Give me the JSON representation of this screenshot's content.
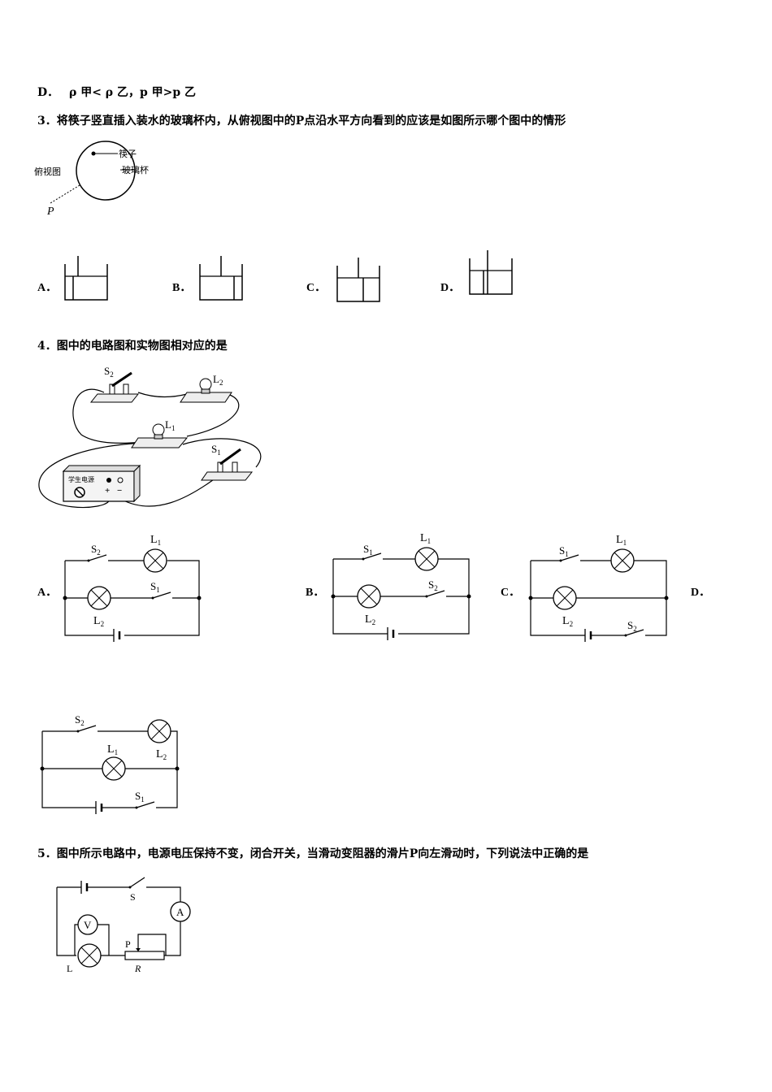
{
  "q2_option_d": {
    "letter": "D．",
    "text": "ρ 甲< ρ 乙，p 甲>p 乙"
  },
  "q3": {
    "stem": "3．将筷子竖直插入装水的玻璃杯内，从俯视图中的P点沿水平方向看到的应该是如图所示哪个图中的情形",
    "figure": {
      "top_view_label": "俯视图",
      "chopstick_label": "筷子",
      "glass_label": "玻璃杯",
      "point_label": "P"
    },
    "options": [
      "A．",
      "B．",
      "C．",
      "D．"
    ]
  },
  "q4": {
    "stem": "4．图中的电路图和实物图相对应的是",
    "physical": {
      "s2": "S",
      "s2_sub": "2",
      "l2": "L",
      "l2_sub": "2",
      "l1": "L",
      "l1_sub": "1",
      "s1": "S",
      "s1_sub": "1",
      "power_label": "学生电源",
      "plus": "+",
      "minus": "−"
    },
    "options": [
      "A．",
      "B．",
      "C．",
      "D．"
    ],
    "circuit_labels": {
      "S": "S",
      "L": "L",
      "one": "1",
      "two": "2"
    }
  },
  "q5": {
    "stem": "5．图中所示电路中，电源电压保持不变，闭合开关，当滑动变阻器的滑片P向左滑动时，下列说法中正确的是",
    "figure": {
      "switch": "S",
      "ammeter": "A",
      "voltmeter": "V",
      "slider": "P",
      "lamp": "L",
      "rheostat": "R"
    }
  }
}
